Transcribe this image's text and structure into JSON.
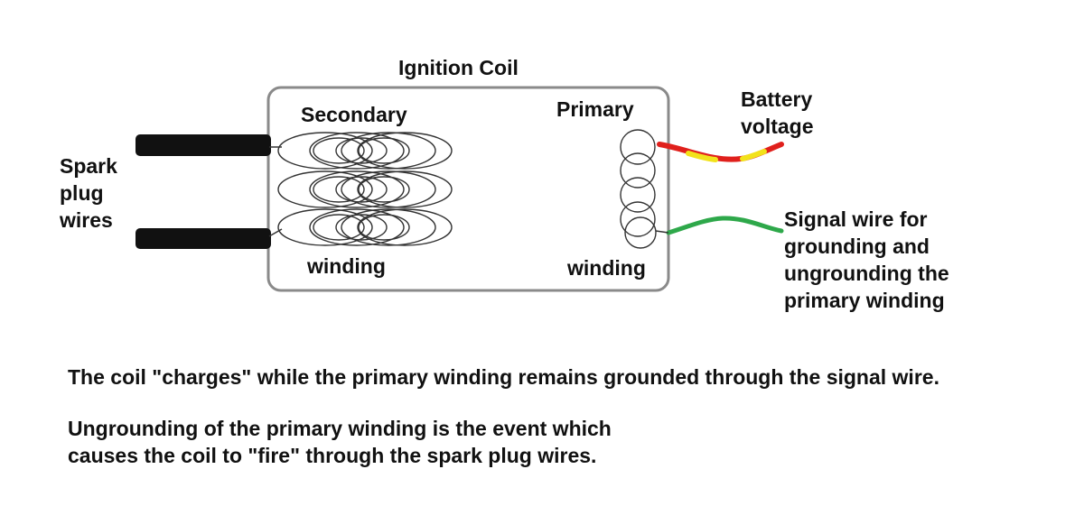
{
  "title": "Ignition Coil",
  "labels": {
    "secondary": "Secondary",
    "secondary_winding": "winding",
    "primary": "Primary",
    "primary_winding": "winding",
    "spark_plug_wires": [
      "Spark",
      "plug",
      "wires"
    ],
    "battery_voltage": [
      "Battery",
      "voltage"
    ],
    "signal_wire": [
      "Signal wire for",
      "grounding and",
      "ungrounding the",
      "primary winding"
    ]
  },
  "notes": [
    "The coil \"charges\" while the primary winding remains grounded through the signal wire.",
    "Ungrounding of the primary winding is the event which",
    "causes the coil to \"fire\" through the spark plug wires."
  ],
  "colors": {
    "outline": "#8a8a8a",
    "coil_line": "#333333",
    "plug_wire": "#111111",
    "battery_wire_red": "#e0201c",
    "battery_wire_yellow": "#f2e21a",
    "signal_wire": "#2ea84a"
  }
}
